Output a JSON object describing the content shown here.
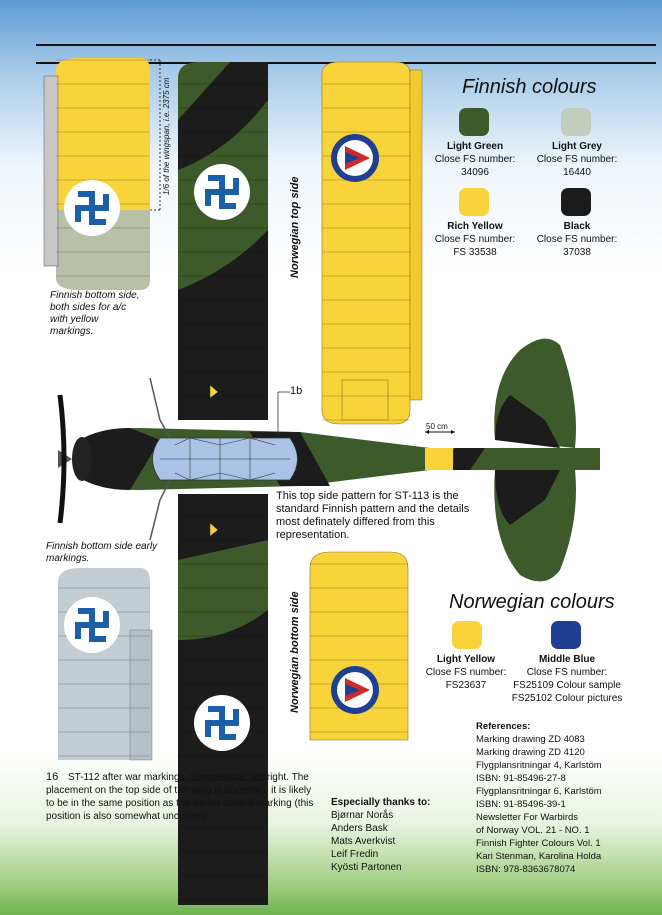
{
  "headings": {
    "finnish": "Finnish colours",
    "norwegian": "Norwegian colours"
  },
  "finnish_colours": [
    {
      "name": "Light Green",
      "label": "Close FS number:",
      "code": "34096",
      "hex": "#3c5a2a"
    },
    {
      "name": "Light Grey",
      "label": "Close FS number:",
      "code": "16440",
      "hex": "#c3cdbd"
    },
    {
      "name": "Rich Yellow",
      "label": "Close FS number:",
      "code": "FS 33538",
      "hex": "#f8d33a"
    },
    {
      "name": "Black",
      "label": "Close FS number:",
      "code": "37038",
      "hex": "#1c1c1c"
    }
  ],
  "norwegian_colours": [
    {
      "name": "Light Yellow",
      "label": "Close FS number:",
      "code": "FS23637",
      "hex": "#f8d33a"
    },
    {
      "name": "Middle Blue",
      "label": "Close FS number:",
      "code": "FS25109 Colour sample",
      "code2": "FS25102 Colour pictures",
      "hex": "#1f3f93"
    }
  ],
  "labels": {
    "span_note": "1/6 of the wingspan, i.e. 2375 cm",
    "norwegian_top": "Norwegian top side",
    "norwegian_bottom": "Norwegian bottom side",
    "callout": "1b",
    "scale": "50 cm",
    "finnish_bottom_yellow": "Finnish bottom side, both sides for a/c with yellow markings.",
    "finnish_bottom_early": "Finnish bottom side early markings.",
    "st113_note": "This top side pattern for ST-113 is the standard Finnish pattern and the details most definately differed from this representation.",
    "st112_num": "16",
    "st112_note": "ST-112 after war markings. Symmetrical, left/right. The placement on the top side of the wing is uncertain, it is likely to be in the same position as the earlier cocard marking (this position is also somewhat uncertain)."
  },
  "thanks": {
    "title": "Especially thanks to:",
    "names": [
      "Bjørnar Norås",
      "Anders Bask",
      "Mats Averkvist",
      "Leif Fredin",
      "Kyösti Partonen"
    ]
  },
  "references": {
    "title": "References:",
    "lines": [
      "Marking drawing ZD 4083",
      "Marking drawing ZD 4120",
      "Flygplansritningar 4, Karlstöm",
      "ISBN: 91-85496-27-8",
      "Flygplansritningar 6, Karlstöm",
      "ISBN: 91-85496-39-1",
      "Newsletter For Warbirds",
      "of Norway VOL. 21 - NO. 1",
      "Finnish Fighter Colours Vol. 1",
      "Kari Stenman, Karolina Holda",
      "ISBN: 978-8363678074"
    ]
  }
}
